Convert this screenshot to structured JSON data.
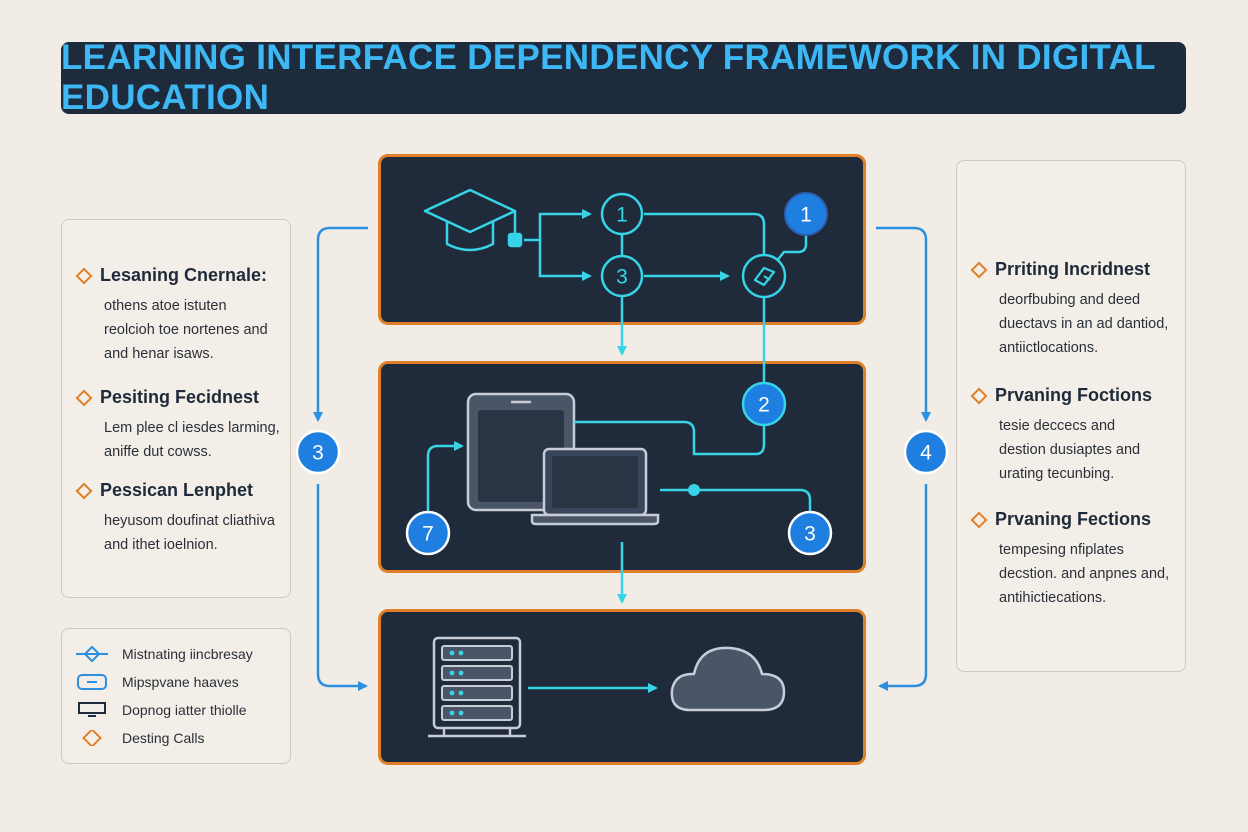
{
  "title": "LEARNING INTERFACE DEPENDENCY FRAMEWORK IN DIGITAL EDUCATION",
  "colors": {
    "background": "#f1ede6",
    "panel": "#1f2b3b",
    "panel_border": "#e07f2a",
    "cyan": "#37d3e6",
    "blue": "#2c8fe0",
    "title_text": "#3db8f5",
    "accent_orange": "#e07f2a"
  },
  "left_panel": {
    "items": [
      {
        "title": "Lesaning Cnernale:",
        "lines": [
          "othens atoe istuten",
          "reolcioh toe nortenes and",
          "and henar isaws."
        ]
      },
      {
        "title": "Pesiting Fecidnest",
        "lines": [
          "Lem plee cl iesdes larming,",
          "aniffe dut cowss."
        ]
      },
      {
        "title": "Pessican Lenphet",
        "lines": [
          "heyusom doufinat cliathiva",
          "and ithet ioelnion."
        ]
      }
    ]
  },
  "right_panel": {
    "items": [
      {
        "title": "Prriting Incridnest",
        "lines": [
          "deorfbubing and deed",
          "duectavs in an ad dantiod,",
          "antiictlocations."
        ]
      },
      {
        "title": "Prvaning Foctions",
        "lines": [
          "tesie deccecs and",
          "destion dusiaptes and",
          "urating tecunbing."
        ]
      },
      {
        "title": "Prvaning Fections",
        "lines": [
          "tempesing nfiplates",
          "decstion. and anpnes and,",
          "antihictiecations."
        ]
      }
    ]
  },
  "legend": [
    {
      "icon": "connector-node-icon",
      "label": "Mistnating iincbresay"
    },
    {
      "icon": "device-outline-icon",
      "label": "Mipspvane haaves"
    },
    {
      "icon": "monitor-icon",
      "label": "Dopnog iatter thiolle"
    },
    {
      "icon": "diamond-icon",
      "label": "Desting Calls"
    }
  ],
  "diagram": {
    "top_panel": {
      "icon": "graduation-cap-icon",
      "nodes": [
        "1",
        "3",
        "1"
      ],
      "hub_icon": "share-icon"
    },
    "middle_panel": {
      "icons": [
        "tablet-icon",
        "laptop-icon"
      ],
      "nodes": [
        "2",
        "7",
        "3"
      ]
    },
    "bottom_panel": {
      "icons": [
        "server-rack-icon",
        "cloud-icon"
      ]
    },
    "side_nodes": {
      "left": "3",
      "right": "4"
    }
  }
}
